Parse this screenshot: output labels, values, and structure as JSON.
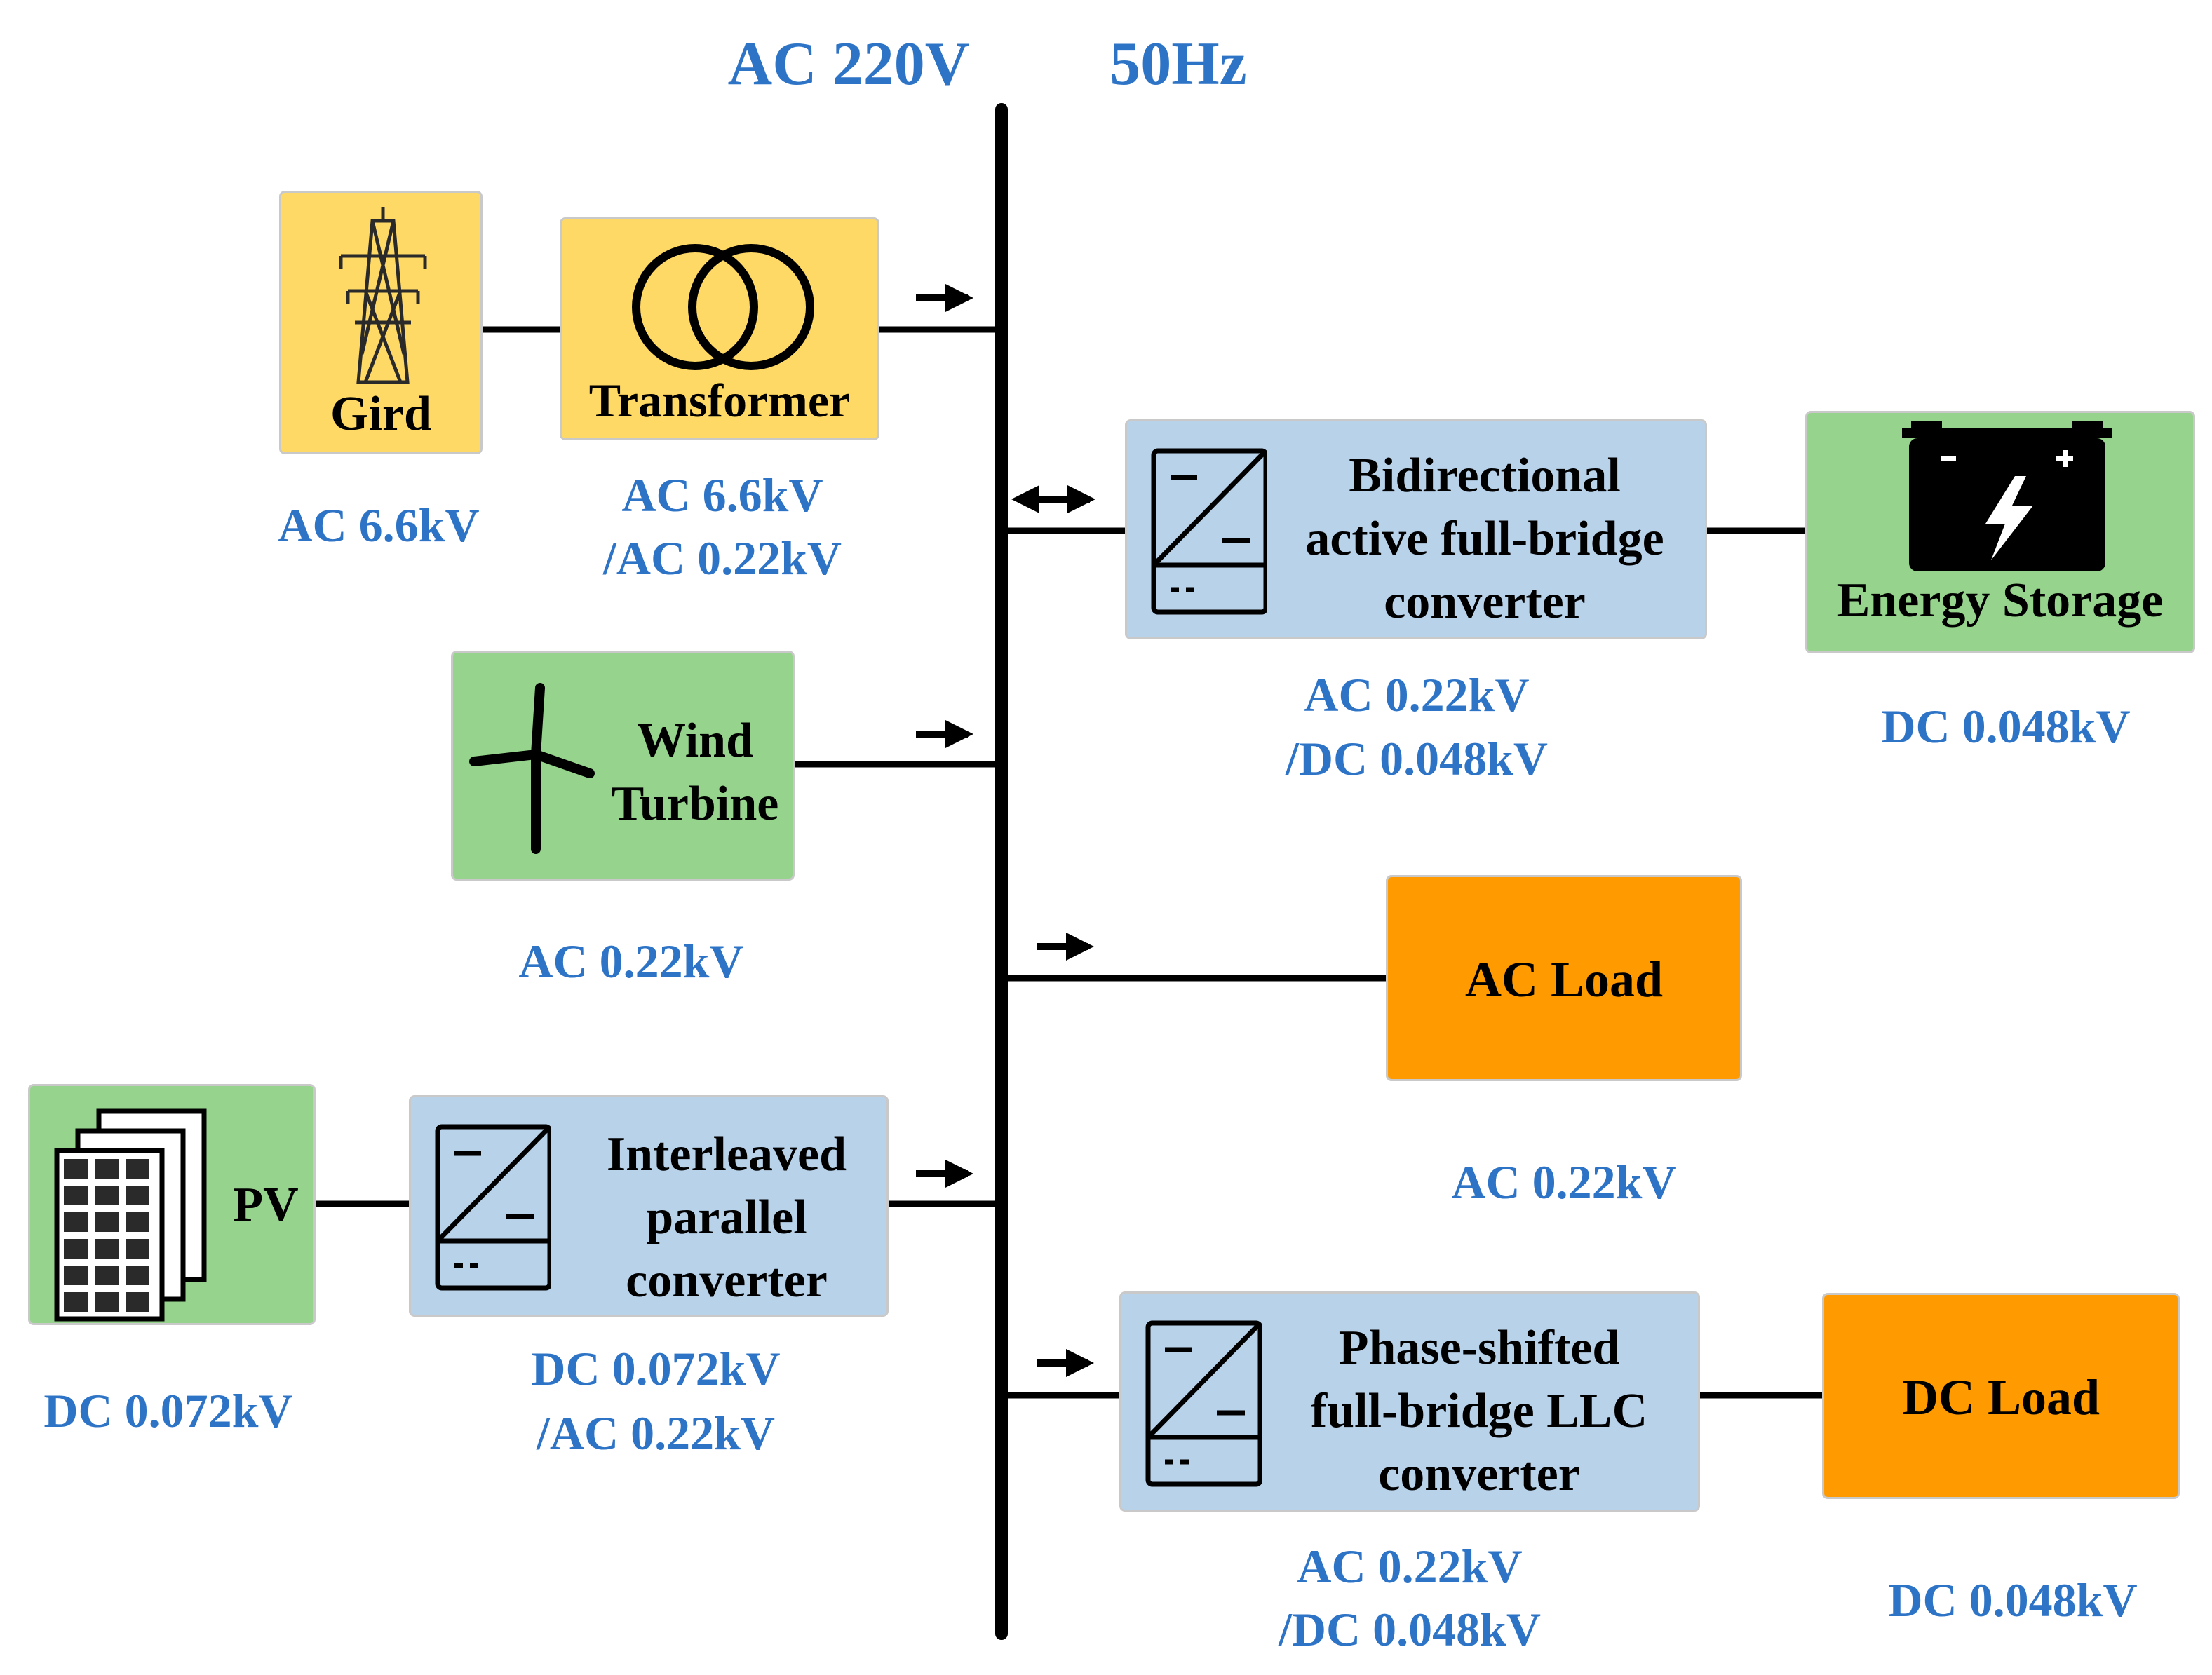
{
  "header": {
    "voltage": "AC 220V",
    "frequency": "50Hz"
  },
  "blocks": {
    "grid": {
      "label": "Gird",
      "voltage": "AC 6.6kV",
      "icon": "transmission-tower-icon"
    },
    "transformer": {
      "label": "Transformer",
      "voltage_line1": "AC 6.6kV",
      "voltage_line2": "/AC 0.22kV",
      "icon": "transformer-icon"
    },
    "wind": {
      "label_line1": "Wind",
      "label_line2": "Turbine",
      "voltage": "AC 0.22kV",
      "icon": "wind-turbine-icon"
    },
    "pv": {
      "label": "PV",
      "voltage": "DC 0.072kV",
      "icon": "solar-panel-icon"
    },
    "interleaved": {
      "label_line1": "Interleaved",
      "label_line2": "parallel",
      "label_line3": "converter",
      "voltage_line1": "DC 0.072kV",
      "voltage_line2": "/AC 0.22kV",
      "icon": "converter-icon"
    },
    "bidirectional": {
      "label_line1": "Bidirectional",
      "label_line2": "active full-bridge",
      "label_line3": "converter",
      "voltage_line1": "AC 0.22kV",
      "voltage_line2": "/DC 0.048kV",
      "icon": "converter-icon"
    },
    "storage": {
      "label": "Energy Storage",
      "voltage": "DC 0.048kV",
      "icon": "battery-icon"
    },
    "ac_load": {
      "label": "AC Load",
      "voltage": "AC 0.22kV"
    },
    "llc": {
      "label_line1": "Phase-shifted",
      "label_line2": "full-bridge LLC",
      "label_line3": "converter",
      "voltage_line1": "AC 0.22kV",
      "voltage_line2": "/DC 0.048kV",
      "icon": "converter-icon"
    },
    "dc_load": {
      "label": "DC Load",
      "voltage": "DC 0.048kV"
    }
  },
  "colors": {
    "source_yellow": "#ffd966",
    "green": "#96d38c",
    "converter_blue": "#b8d2ea",
    "load_orange": "#ff9b00",
    "label_blue": "#2e74c6"
  }
}
